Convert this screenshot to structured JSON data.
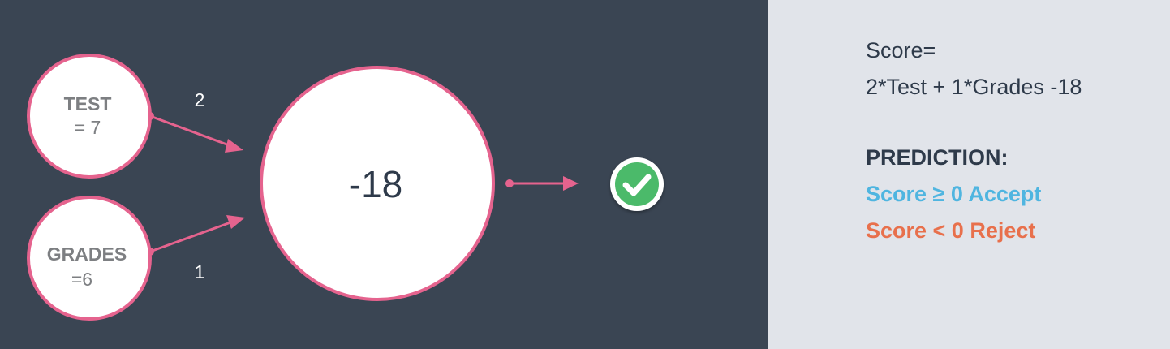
{
  "nodes": {
    "test": {
      "line1": "TEST",
      "line2": "= 7"
    },
    "grades": {
      "line1": "GRADES",
      "line2": "=6"
    },
    "score": {
      "value": "-18"
    }
  },
  "weights": {
    "test": "2",
    "grades": "1"
  },
  "result_icon": "checkmark-circle-icon",
  "formula": {
    "line1": "Score=",
    "line2": "2*Test + 1*Grades -18"
  },
  "prediction": {
    "title": "PREDICTION:",
    "accept": "Score ≥ 0 Accept",
    "reject": "Score < 0 Reject"
  },
  "colors": {
    "background_dark": "#3a4553",
    "background_light": "#e1e4ea",
    "edge": "#e5638e",
    "node_fill": "#ffffff",
    "accept": "#4fb5e0",
    "reject": "#e8704c",
    "check_green": "#4cba6a"
  }
}
